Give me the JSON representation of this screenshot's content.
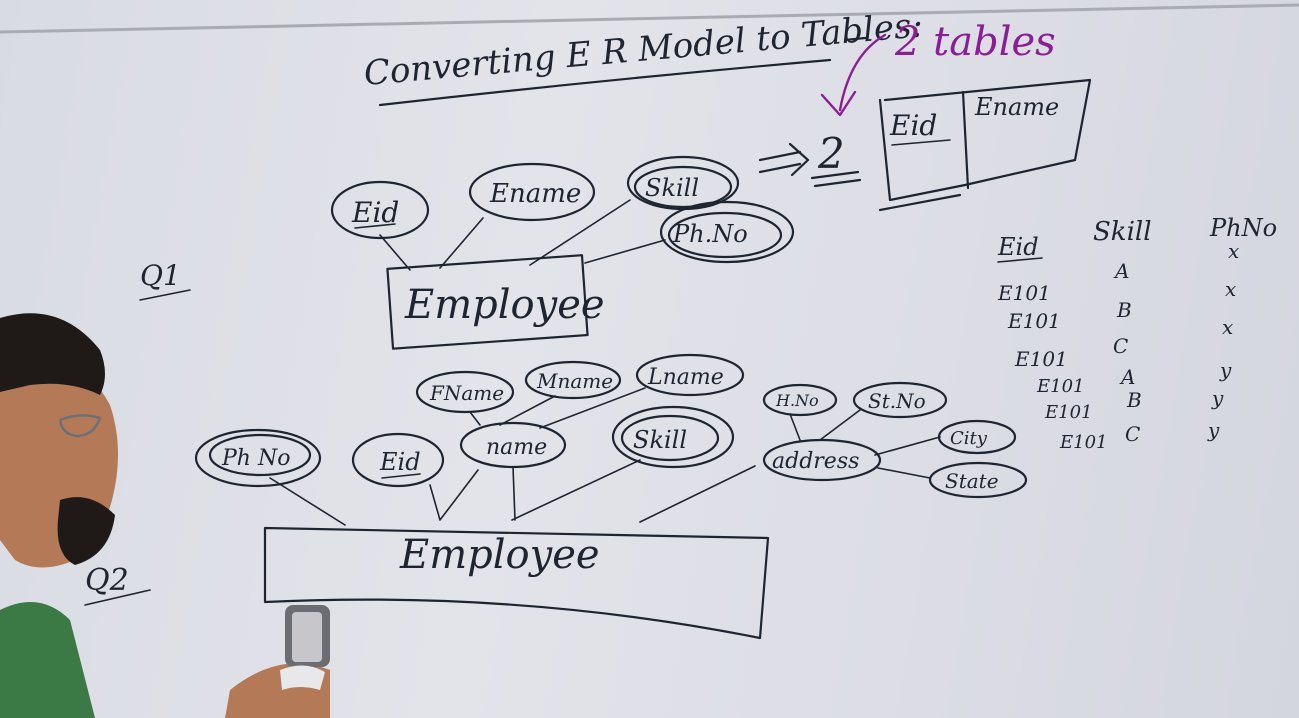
{
  "whiteboard": {
    "title": "Converting E R Model to Tables:",
    "annotation": "2 tables",
    "arrow_result": "2",
    "q1": {
      "label": "Q1",
      "entity": "Employee",
      "attributes": [
        "Eid",
        "Ename",
        "Skill",
        "Ph.No"
      ],
      "table_columns": [
        "Eid",
        "Ename"
      ]
    },
    "q2": {
      "label": "Q2",
      "entity": "Employee",
      "attributes": {
        "ph_no": "Ph No",
        "eid": "Eid",
        "name": "name",
        "fname": "FName",
        "mname": "Mname",
        "lname": "Lname",
        "skill": "Skill",
        "address": "address",
        "hno": "H.No",
        "stno": "St.No",
        "city": "City",
        "state": "State"
      }
    },
    "data_table": {
      "headers": [
        "Eid",
        "Skill",
        "PhNo"
      ],
      "rows": [
        [
          "E101",
          "A",
          "x"
        ],
        [
          "E101",
          "B",
          "x"
        ],
        [
          "E101",
          "C",
          "x"
        ],
        [
          "E101",
          "A",
          "y"
        ],
        [
          "E101",
          "B",
          "y"
        ],
        [
          "E101",
          "C",
          "y"
        ]
      ]
    }
  }
}
